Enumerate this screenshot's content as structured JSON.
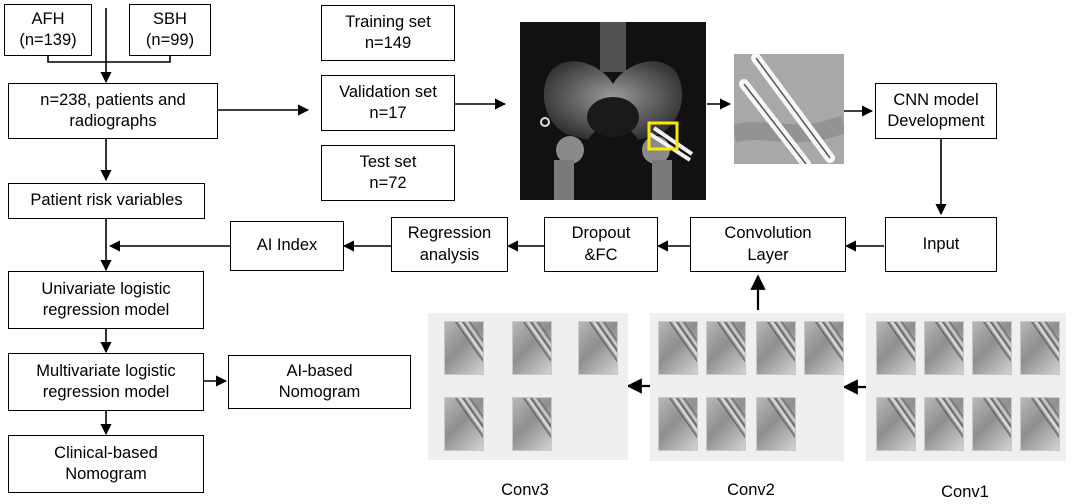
{
  "cohort": {
    "afh": "AFH\n(n=139)",
    "sbh": "SBH\n(n=99)",
    "total": "n=238, patients and\nradiographs"
  },
  "split": {
    "training": "Training set\nn=149",
    "validation": "Validation set\nn=17",
    "test": "Test set\nn=72"
  },
  "pipeline": {
    "cnn": "CNN model\nDevelopment",
    "input": "Input",
    "convolution": "Convolution\nLayer",
    "dropout": "Dropout\n&FC",
    "regression": "Regression\nanalysis",
    "ai_index": "AI Index"
  },
  "left_flow": {
    "risk": "Patient risk variables",
    "univariate": "Univariate logistic\nregression model",
    "multivariate": "Multivariate logistic\nregression model",
    "clinical": "Clinical-based\nNomogram",
    "ai_nomogram": "AI-based\nNomogram"
  },
  "feature_maps": {
    "conv3": "Conv3",
    "conv2": "Conv2",
    "conv1": "Conv1"
  },
  "colors": {
    "highlight": "#ffe600",
    "panel": "#efefef"
  }
}
